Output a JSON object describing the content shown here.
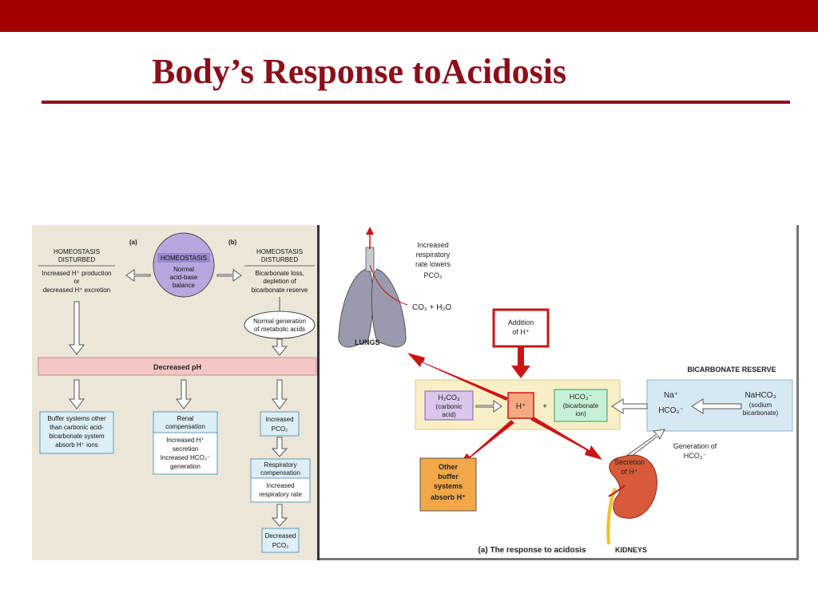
{
  "slide": {
    "title": "Body’s Response toAcidosis"
  },
  "left_panel": {
    "label_a": "(a)",
    "label_b": "(b)",
    "homeostasis": [
      "HOMEOSTASIS",
      "Normal",
      "acid-base",
      "balance"
    ],
    "disturbed_a_title": [
      "HOMEOSTASIS",
      "DISTURBED"
    ],
    "disturbed_a_body": [
      "Increased H⁺ production",
      "or",
      "decreased H⁺ excretion"
    ],
    "disturbed_b_title": [
      "HOMEOSTASIS",
      "DISTURBED"
    ],
    "disturbed_b_body": [
      "Bicarbonate loss,",
      "depletion of",
      "bicarbonate reserve"
    ],
    "metabolic_acids": [
      "Normal generation",
      "of metabolic acids"
    ],
    "decreased_ph": "Decreased pH",
    "buffer_systems": [
      "Buffer systems other",
      "than carbonic acid-",
      "bicarbonate system",
      "absorb H⁺ ions"
    ],
    "renal_title": [
      "Renal",
      "compensation"
    ],
    "renal_body": [
      "Increased H⁺",
      "secretion",
      "Increased HCO₃⁻",
      "generation"
    ],
    "increased_pco2": [
      "Increased",
      "PCO₂"
    ],
    "respiratory_title": [
      "Respiratory",
      "compensation"
    ],
    "respiratory_body": [
      "Increased",
      "respiratory rate"
    ],
    "decreased_pco2": [
      "Decreased",
      "PCO₂"
    ]
  },
  "right_panel": {
    "lungs_label": "LUNGS",
    "respiratory_note": [
      "Increased",
      "respiratory",
      "rate lowers",
      "PCO₂"
    ],
    "co2_h2o": "CO₂ + H₂O",
    "addition_h": [
      "Addition",
      "of H⁺"
    ],
    "carbonic_acid": [
      "H₂CO₃",
      "(carbonic",
      "acid)"
    ],
    "h_ion": "H⁺",
    "plus": "+",
    "bicarbonate_ion": [
      "HCO₃⁻",
      "(bicarbonate",
      "ion)"
    ],
    "reserve_title": "BICARBONATE RESERVE",
    "reserve_ions": [
      "Na⁺",
      "HCO₃⁻"
    ],
    "nahco3": [
      "NaHCO₃",
      "(sodium",
      "bicarbonate)"
    ],
    "generation_hco3": [
      "Generation of",
      "HCO₃⁻"
    ],
    "other_buffers": [
      "Other",
      "buffer",
      "systems",
      "absorb H⁺"
    ],
    "secretion_h": [
      "Secretion",
      "of H⁺"
    ],
    "kidneys_label": "KIDNEYS",
    "caption": "(a) The response to acidosis"
  },
  "colors": {
    "brand_red": "#a30000",
    "title_red": "#8b0f1a",
    "left_bg": "#ece6d8",
    "box_blue": "#ddeef6",
    "box_blue_border": "#5a9cc2",
    "ph_bar": "#f4c6c6",
    "arrow_red": "#cc1414",
    "buffer_orange": "#f2a848",
    "reserve_box": "#d6e8f2",
    "center_box": "#f8efc6"
  }
}
